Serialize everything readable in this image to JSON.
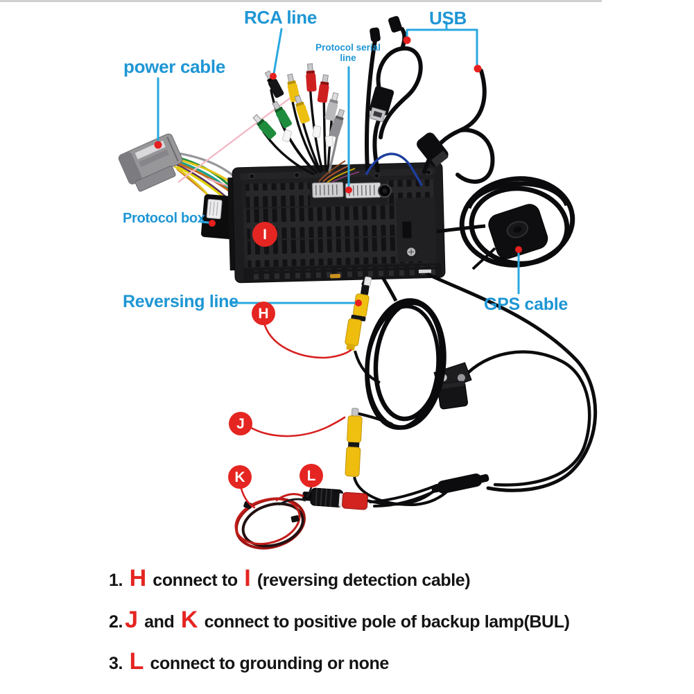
{
  "diagram": {
    "labels": {
      "rca_line": "RCA line",
      "usb": "USB",
      "power_cable": "power cable",
      "protocol_serial_l1": "Protocol serial",
      "protocol_serial_l2": "line",
      "protocol_box": "Protocol box",
      "reversing_line": "Reversing line",
      "gps_cable": "GPS cable"
    },
    "markers": {
      "h": "H",
      "i": "I",
      "j": "J",
      "k": "K",
      "l": "L"
    },
    "instructions": [
      {
        "segments": [
          {
            "t": "1. "
          },
          {
            "t": "H",
            "red": true
          },
          {
            "t": " connect to "
          },
          {
            "t": "I",
            "red": true
          },
          {
            "t": " (reversing detection cable)"
          }
        ]
      },
      {
        "segments": [
          {
            "t": "2."
          },
          {
            "t": "J",
            "red": true
          },
          {
            "t": " and "
          },
          {
            "t": "K",
            "red": true
          },
          {
            "t": " connect to positive pole of backup lamp(BUL)"
          }
        ]
      },
      {
        "segments": [
          {
            "t": "3. "
          },
          {
            "t": "L",
            "red": true
          },
          {
            "t": " connect to grounding or none"
          }
        ]
      }
    ],
    "colors": {
      "label_blue": "#1e96d4",
      "leader_blue": "#29a8e0",
      "marker_red": "#e52521",
      "dot_red": "#e61f1f",
      "instruction_black": "#141414",
      "background": "#ffffff"
    }
  }
}
